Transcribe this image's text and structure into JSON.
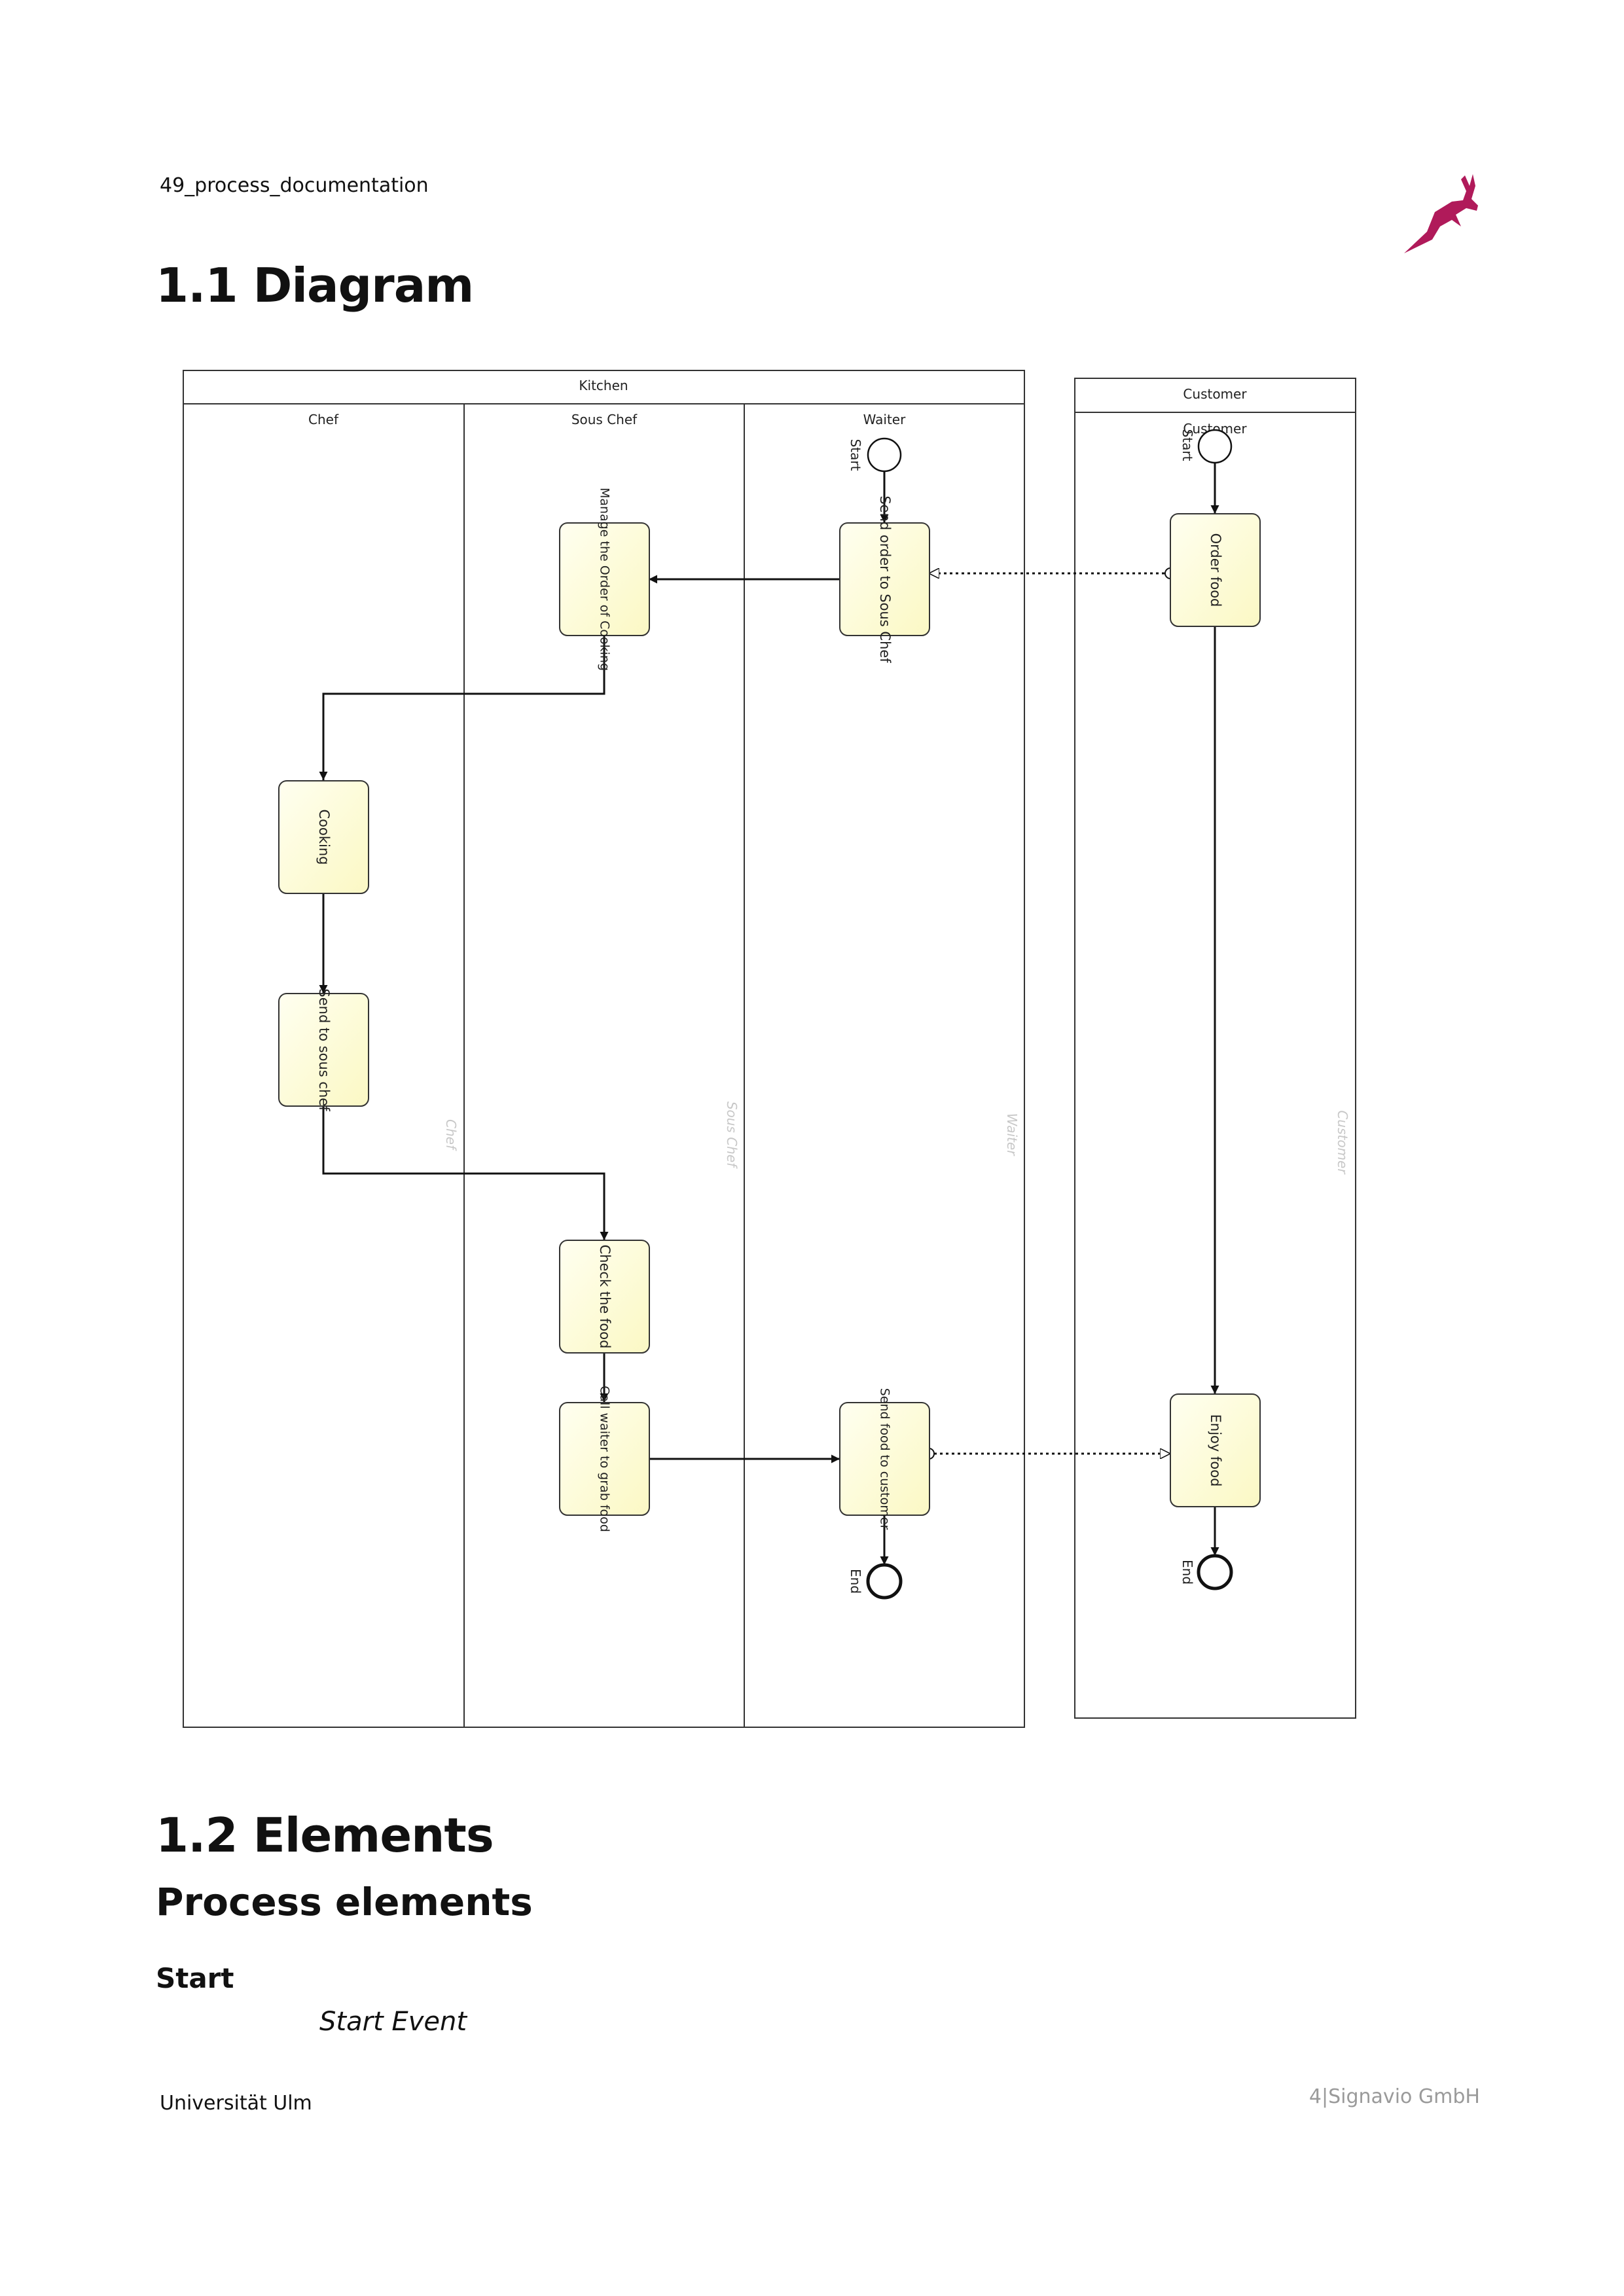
{
  "header": {
    "document_name": "49_process_documentation",
    "logo_icon": "signavio-gazelle-logo",
    "logo_color": "#b01a5a"
  },
  "sections": {
    "diagram_heading": "1.1 Diagram",
    "elements_heading": "1.2 Elements",
    "process_elements_heading": "Process elements",
    "element_name": "Start",
    "element_type": "Start Event"
  },
  "diagram": {
    "kitchen_pool": {
      "title": "Kitchen",
      "lanes": [
        "Chef",
        "Sous Chef",
        "Waiter"
      ],
      "lane_watermarks": [
        "Chef",
        "Sous Chef",
        "Waiter"
      ]
    },
    "customer_pool": {
      "title": "Customer",
      "lane": "Customer",
      "lane_watermark": "Customer"
    },
    "events": {
      "waiter_start": "Start",
      "waiter_end": "End",
      "customer_start": "Start",
      "customer_end": "End"
    },
    "tasks": {
      "send_order": "Send order to Sous Chef",
      "manage_order": "Manage the Order of Cooking",
      "cooking": "Cooking",
      "send_to_sous_chef": "Send to sous chef",
      "check_food": "Check the food",
      "call_waiter": "Call waiter to grab food",
      "send_food": "Send food to customer",
      "order_food": "Order food",
      "enjoy_food": "Enjoy food"
    },
    "colors": {
      "task_fill": "#ffffd0",
      "task_stroke": "#333333",
      "watermark": "#c8c8c8"
    }
  },
  "footer": {
    "organization": "Universität Ulm",
    "page_info": "4|Signavio GmbH"
  }
}
